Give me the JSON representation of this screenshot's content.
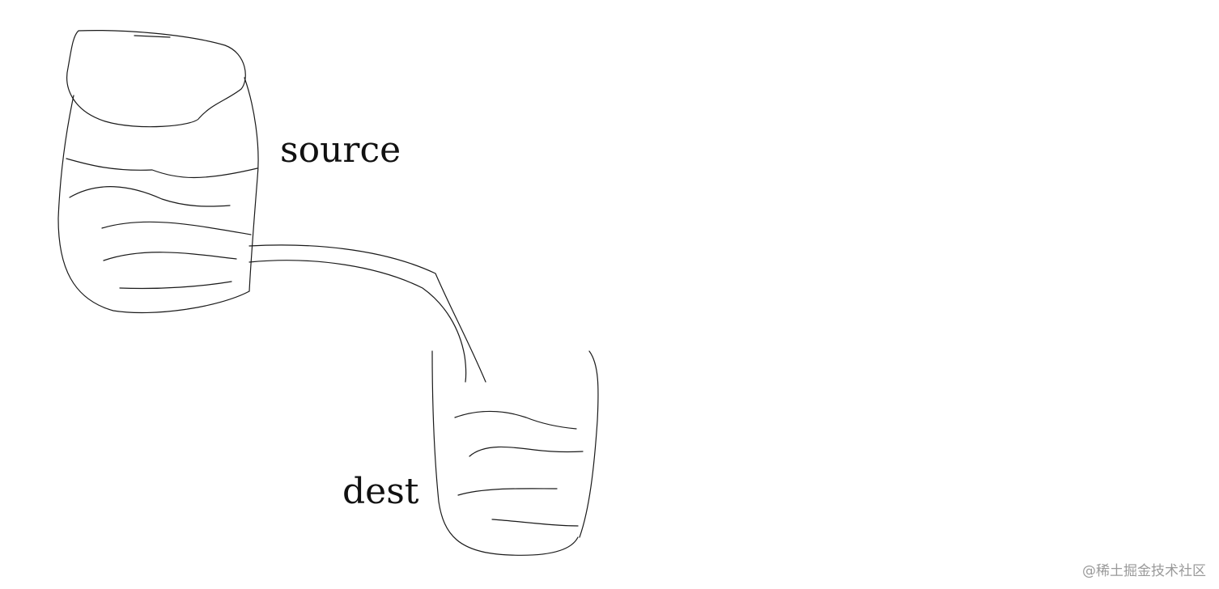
{
  "labels": {
    "source": "source",
    "dest": "dest"
  },
  "watermark": "@稀土掘金技术社区",
  "colors": {
    "ink": "#1a1a1a",
    "background": "#ffffff",
    "watermark": "#9a9a9a"
  }
}
